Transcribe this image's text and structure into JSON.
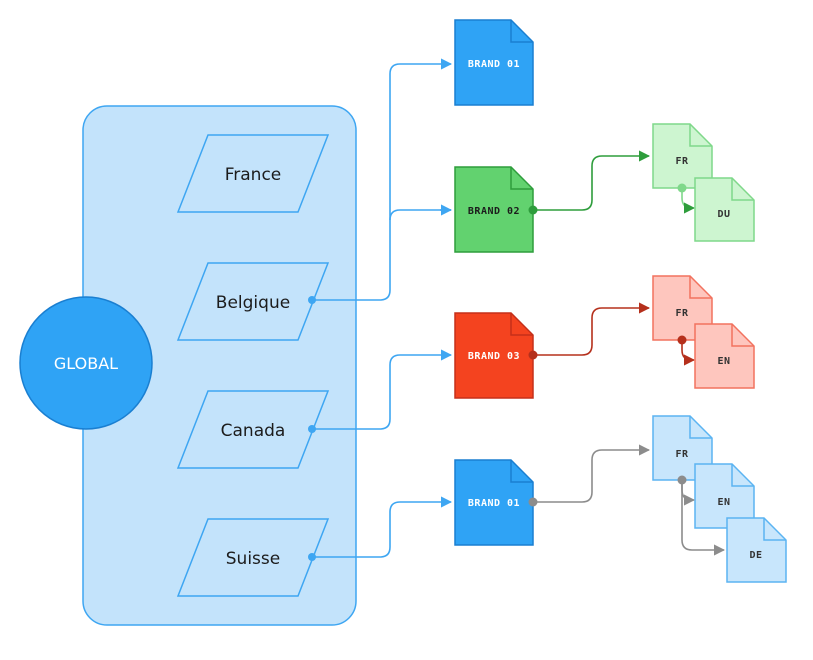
{
  "global": {
    "label": "GLOBAL"
  },
  "countries": [
    "France",
    "Belgique",
    "Canada",
    "Suisse"
  ],
  "brands": [
    {
      "label": "BRAND 01",
      "color": "#2fa3f5",
      "stroke": "#1a7fd1",
      "languages": []
    },
    {
      "label": "BRAND 02",
      "color": "#62d26f",
      "stroke": "#2e9d3c",
      "arrow": "#2e9d3c",
      "languages": [
        "FR",
        "DU"
      ],
      "lang_fill": "#cdf5d0",
      "lang_stroke": "#7fd88a"
    },
    {
      "label": "BRAND 03",
      "color": "#f4431f",
      "stroke": "#c5301a",
      "arrow": "#b5301c",
      "languages": [
        "FR",
        "EN"
      ],
      "lang_fill": "#fec6be",
      "lang_stroke": "#f2725f"
    },
    {
      "label": "BRAND 01",
      "color": "#2fa3f5",
      "stroke": "#1a7fd1",
      "arrow": "#8c8c8c",
      "languages": [
        "FR",
        "EN",
        "DE"
      ],
      "lang_fill": "#c8e6fc",
      "lang_stroke": "#5bb4f2"
    }
  ],
  "colors": {
    "panel_fill": "#c3e3fb",
    "panel_stroke": "#3ea6f2",
    "global_fill": "#2fa3f5",
    "connector": "#3ea6f2",
    "country_text": "#1c1c1c"
  }
}
